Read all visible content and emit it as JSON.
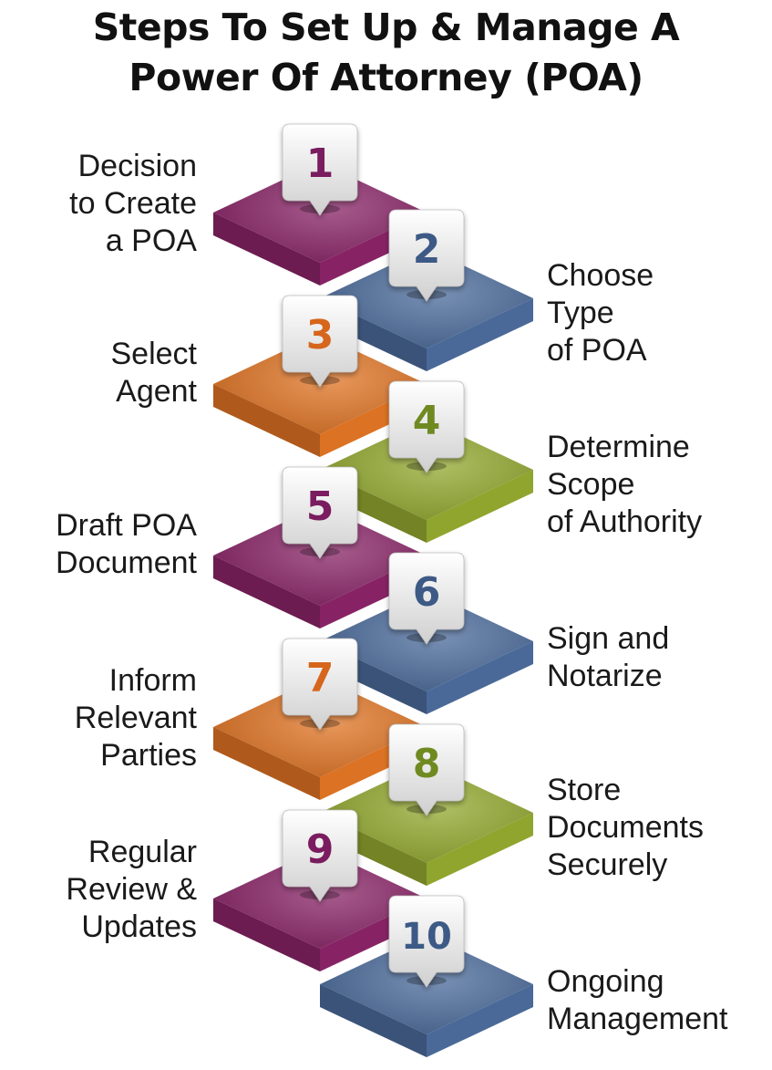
{
  "title": {
    "line1": "Steps To Set Up & Manage A",
    "line2": "Power Of Attorney (POA)"
  },
  "colors": {
    "purple": "#8a2467",
    "blue": "#4b6b9b",
    "orange": "#e07424",
    "green": "#93a82f",
    "number_purple": "#7a1f5e",
    "number_blue": "#3c5a86",
    "number_orange": "#d5661a",
    "number_green": "#6f8a22"
  },
  "steps": [
    {
      "number": "1",
      "color": "purple",
      "lines": [
        "Decision",
        "to Create",
        "a POA"
      ]
    },
    {
      "number": "2",
      "color": "blue",
      "lines": [
        "Choose",
        "Type",
        "of POA"
      ]
    },
    {
      "number": "3",
      "color": "orange",
      "lines": [
        "Select",
        "Agent"
      ]
    },
    {
      "number": "4",
      "color": "green",
      "lines": [
        "Determine",
        "Scope",
        "of Authority"
      ]
    },
    {
      "number": "5",
      "color": "purple",
      "lines": [
        "Draft POA",
        "Document"
      ]
    },
    {
      "number": "6",
      "color": "blue",
      "lines": [
        "Sign and",
        "Notarize"
      ]
    },
    {
      "number": "7",
      "color": "orange",
      "lines": [
        "Inform",
        "Relevant",
        "Parties"
      ]
    },
    {
      "number": "8",
      "color": "green",
      "lines": [
        "Store",
        "Documents",
        "Securely"
      ]
    },
    {
      "number": "9",
      "color": "purple",
      "lines": [
        "Regular",
        "Review &",
        "Updates"
      ]
    },
    {
      "number": "10",
      "color": "blue",
      "lines": [
        "Ongoing",
        "Management"
      ]
    }
  ]
}
